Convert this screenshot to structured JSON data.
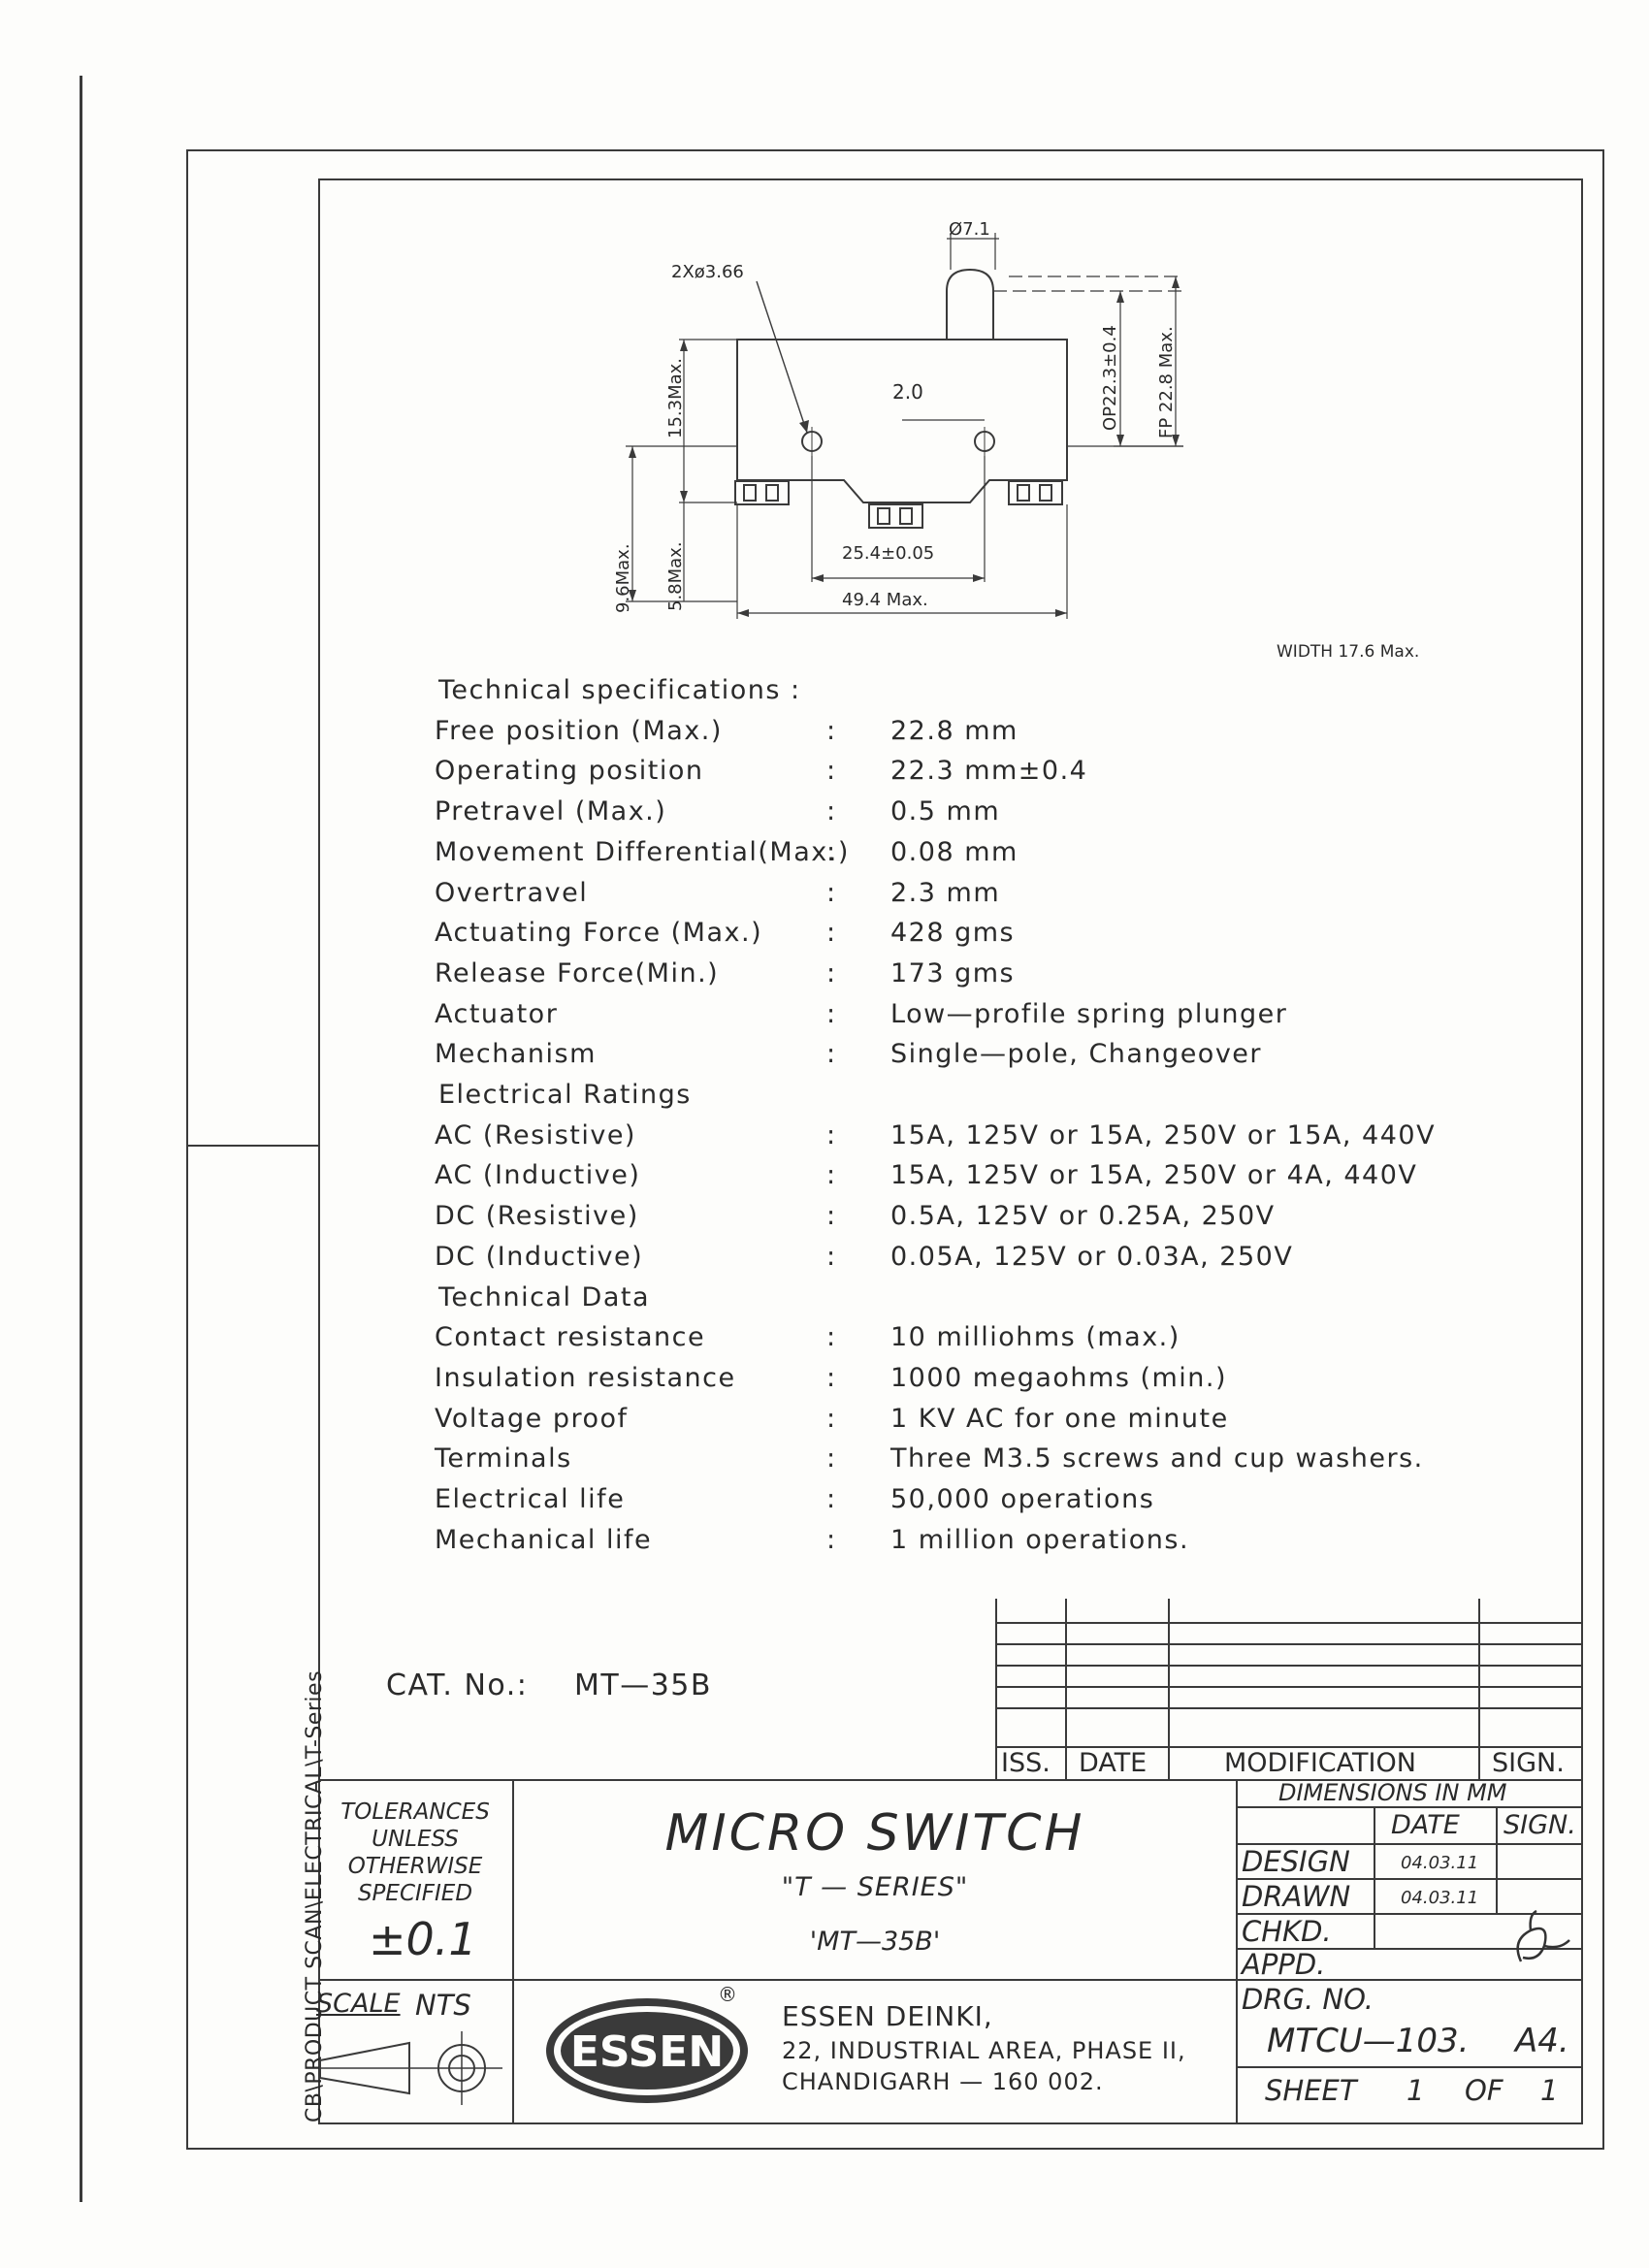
{
  "vertical_path": "CB\\PRODUCT SCAN\\ELECTRICAL\\T-Series",
  "drawing": {
    "hole_callout": "2Xø3.66",
    "plunger_dia": "Ø7.1",
    "op_dim": "OP22.3±0.4",
    "fp_dim": "FP 22.8 Max.",
    "height_dim": "15.3Max.",
    "hole_spacing": "2.0",
    "terminal_spacing": "25.4±0.05",
    "overall_length": "49.4 Max.",
    "left_dim_1": "9.6Max.",
    "left_dim_2": "5.8Max.",
    "width_note": "WIDTH 17.6 Max."
  },
  "specs_title": "Technical specifications :",
  "specs": [
    {
      "label": "Free position (Max.)",
      "value": "22.8 mm"
    },
    {
      "label": "Operating position",
      "value": "22.3 mm±0.4"
    },
    {
      "label": "Pretravel (Max.)",
      "value": "0.5 mm"
    },
    {
      "label": "Movement Differential(Max.)",
      "value": "0.08 mm"
    },
    {
      "label": "Overtravel",
      "value": "2.3 mm"
    },
    {
      "label": "Actuating Force (Max.)",
      "value": "428 gms"
    },
    {
      "label": "Release Force(Min.)",
      "value": "173 gms"
    },
    {
      "label": "Actuator",
      "value": "Low—profile spring plunger"
    },
    {
      "label": "Mechanism",
      "value": "Single—pole, Changeover"
    }
  ],
  "electrical_title": "Electrical Ratings",
  "electrical": [
    {
      "label": "AC (Resistive)",
      "value": "15A, 125V or 15A, 250V or 15A, 440V"
    },
    {
      "label": "AC (Inductive)",
      "value": "15A, 125V or 15A, 250V or 4A, 440V"
    },
    {
      "label": "DC (Resistive)",
      "value": "0.5A, 125V or 0.25A, 250V"
    },
    {
      "label": "DC (Inductive)",
      "value": "0.05A, 125V or 0.03A, 250V"
    }
  ],
  "technical_title": "Technical Data",
  "technical": [
    {
      "label": "Contact resistance",
      "value": "10 milliohms (max.)"
    },
    {
      "label": "Insulation resistance",
      "value": "1000 megaohms (min.)"
    },
    {
      "label": "Voltage proof",
      "value": "1 KV AC for one minute"
    },
    {
      "label": "Terminals",
      "value": "Three M3.5 screws and cup washers."
    },
    {
      "label": "Electrical life",
      "value": "50,000 operations"
    },
    {
      "label": "Mechanical life",
      "value": "1 million operations."
    }
  ],
  "colon": ":",
  "cat_no_label": "CAT. No.:",
  "cat_no": "MT—35B",
  "revision_headers": {
    "iss": "ISS.",
    "date": "DATE",
    "modification": "MODIFICATION",
    "sign": "SIGN."
  },
  "title_block": {
    "tolerances": [
      "TOLERANCES",
      "UNLESS",
      "OTHERWISE",
      "SPECIFIED"
    ],
    "tolerance_value": "±0.1",
    "title": "MICRO SWITCH",
    "series": "\"T — SERIES\"",
    "model": "'MT—35B'",
    "dimensions": "DIMENSIONS IN MM",
    "date_header": "DATE",
    "sign_header": "SIGN.",
    "design": "DESIGN",
    "design_date": "04.03.11",
    "drawn": "DRAWN",
    "drawn_date": "04.03.11",
    "chkd": "CHKD.",
    "appd": "APPD.",
    "scale_label": "SCALE",
    "scale_value": "NTS",
    "logo_text": "ESSEN",
    "registered": "®",
    "company": "ESSEN DEINKI,",
    "address1": "22, INDUSTRIAL AREA, PHASE II,",
    "address2": "CHANDIGARH — 160 002.",
    "drg_no_label": "DRG. NO.",
    "drg_no": "MTCU—103.",
    "size": "A4.",
    "sheet_label": "SHEET",
    "sheet_no": "1",
    "of_label": "OF",
    "sheet_total": "1"
  }
}
